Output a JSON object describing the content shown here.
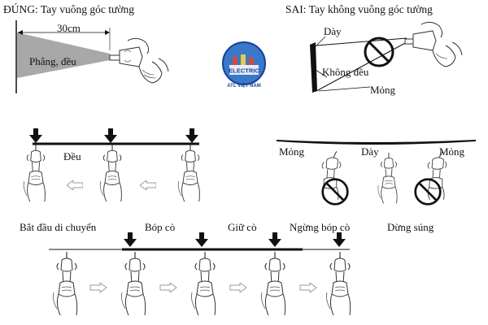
{
  "top_left": {
    "title": "ĐÚNG: Tay vuông góc tường",
    "distance": "30cm",
    "spray_label": "Phẳng, đều"
  },
  "top_right": {
    "title": "SAI: Tay không vuông góc tường",
    "thick": "Dày",
    "uneven": "Không đều",
    "thin": "Mỏng"
  },
  "logo": {
    "word": "ELECTRIC",
    "caption": "ATL VIỆT NAM"
  },
  "middle_left": {
    "label": "Đều"
  },
  "middle_right": {
    "thin_left": "Mỏng",
    "thick": "Dày",
    "thin_right": "Mỏng"
  },
  "bottom": {
    "steps": [
      "Bắt đầu di chuyển",
      "Bóp cò",
      "Giữ cò",
      "Ngừng bóp cò",
      "Dừng súng"
    ]
  },
  "colors": {
    "ink": "#111111",
    "spray_gray": "#a8a8a8",
    "logo_blue": "#1a3f9a"
  }
}
